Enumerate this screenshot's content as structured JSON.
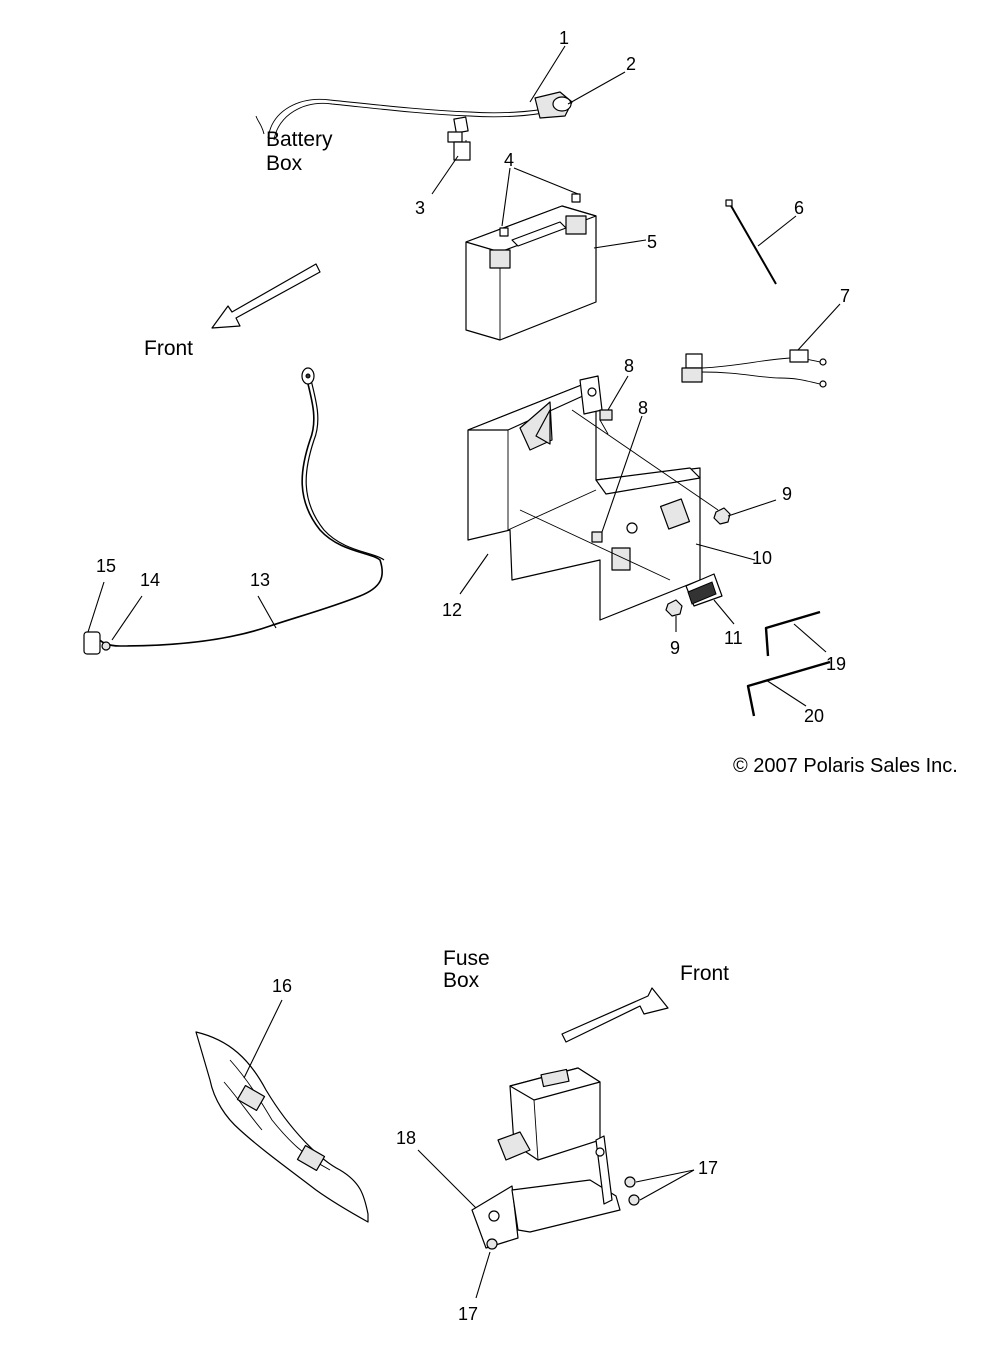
{
  "headings": {
    "battery_box_line1": "Battery",
    "battery_box_line2": "Box",
    "front_top": "Front",
    "fuse_box_line1": "Fuse",
    "fuse_box_line2": "Box",
    "front_bottom": "Front"
  },
  "copyright": "© 2007 Polaris Sales Inc.",
  "callouts": {
    "c1": "1",
    "c2": "2",
    "c3": "3",
    "c4": "4",
    "c5": "5",
    "c6": "6",
    "c7": "7",
    "c8a": "8",
    "c8b": "8",
    "c9a": "9",
    "c9b": "9",
    "c10": "10",
    "c11": "11",
    "c12": "12",
    "c13": "13",
    "c14": "14",
    "c15": "15",
    "c16": "16",
    "c17a": "17",
    "c17b": "17",
    "c18": "18",
    "c19": "19",
    "c20": "20"
  }
}
